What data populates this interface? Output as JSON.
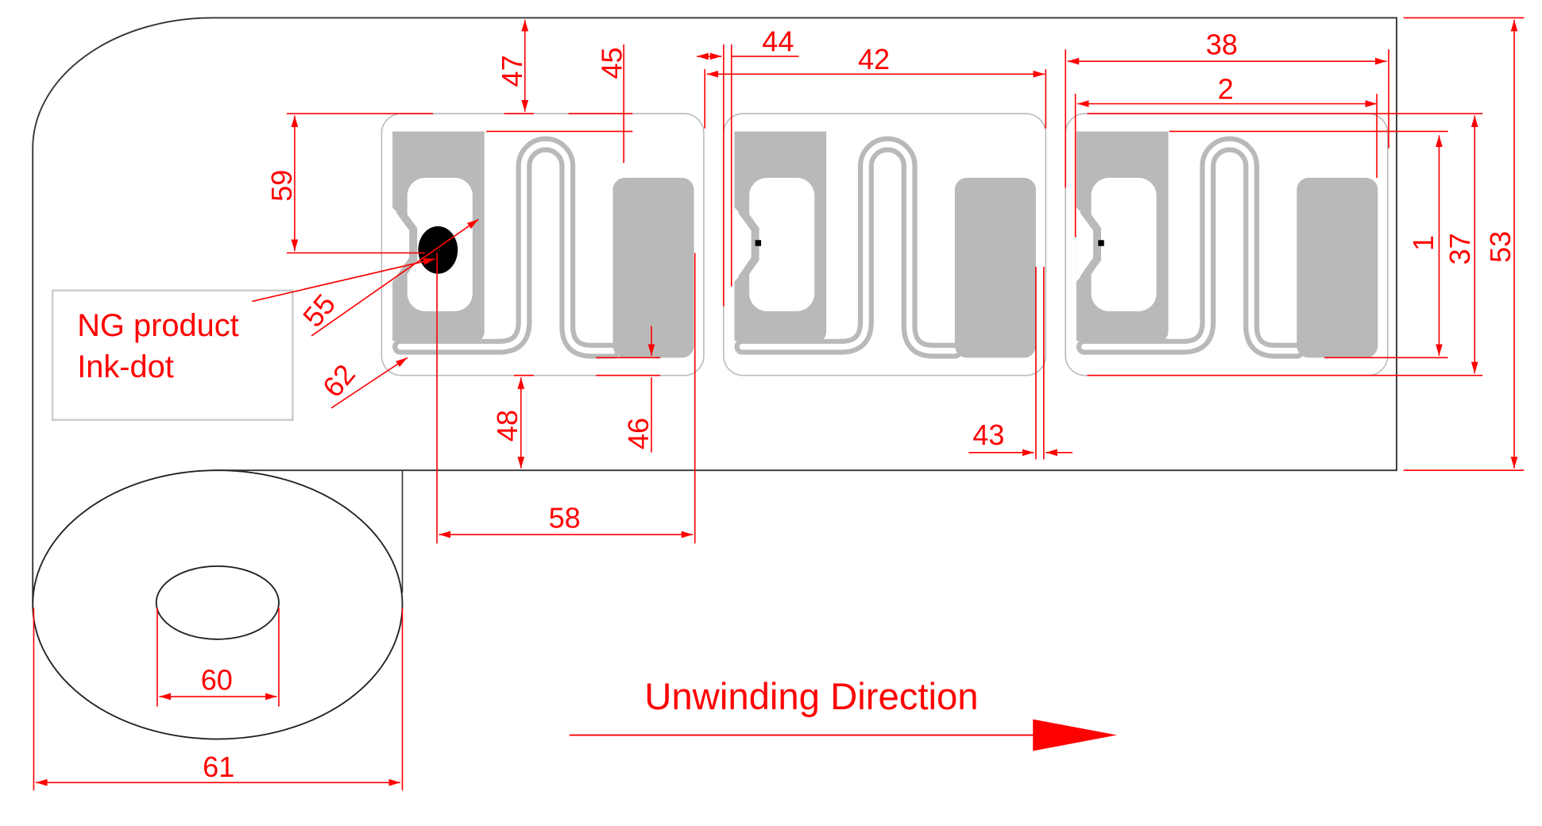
{
  "labels": {
    "ng_product": "NG product",
    "ink_dot": "Ink-dot",
    "unwinding_direction": "Unwinding Direction"
  },
  "dimensions": {
    "d1": "1",
    "d2": "2",
    "d37": "37",
    "d38": "38",
    "d42": "42",
    "d43": "43",
    "d44": "44",
    "d45": "45",
    "d46": "46",
    "d47": "47",
    "d48": "48",
    "d53": "53",
    "d55": "55",
    "d58": "58",
    "d59": "59",
    "d60": "60",
    "d61": "61",
    "d62": "62"
  },
  "colors": {
    "dimension": "#ff0000",
    "antenna": "#b9b9b9",
    "ink_dot": "#000000"
  }
}
